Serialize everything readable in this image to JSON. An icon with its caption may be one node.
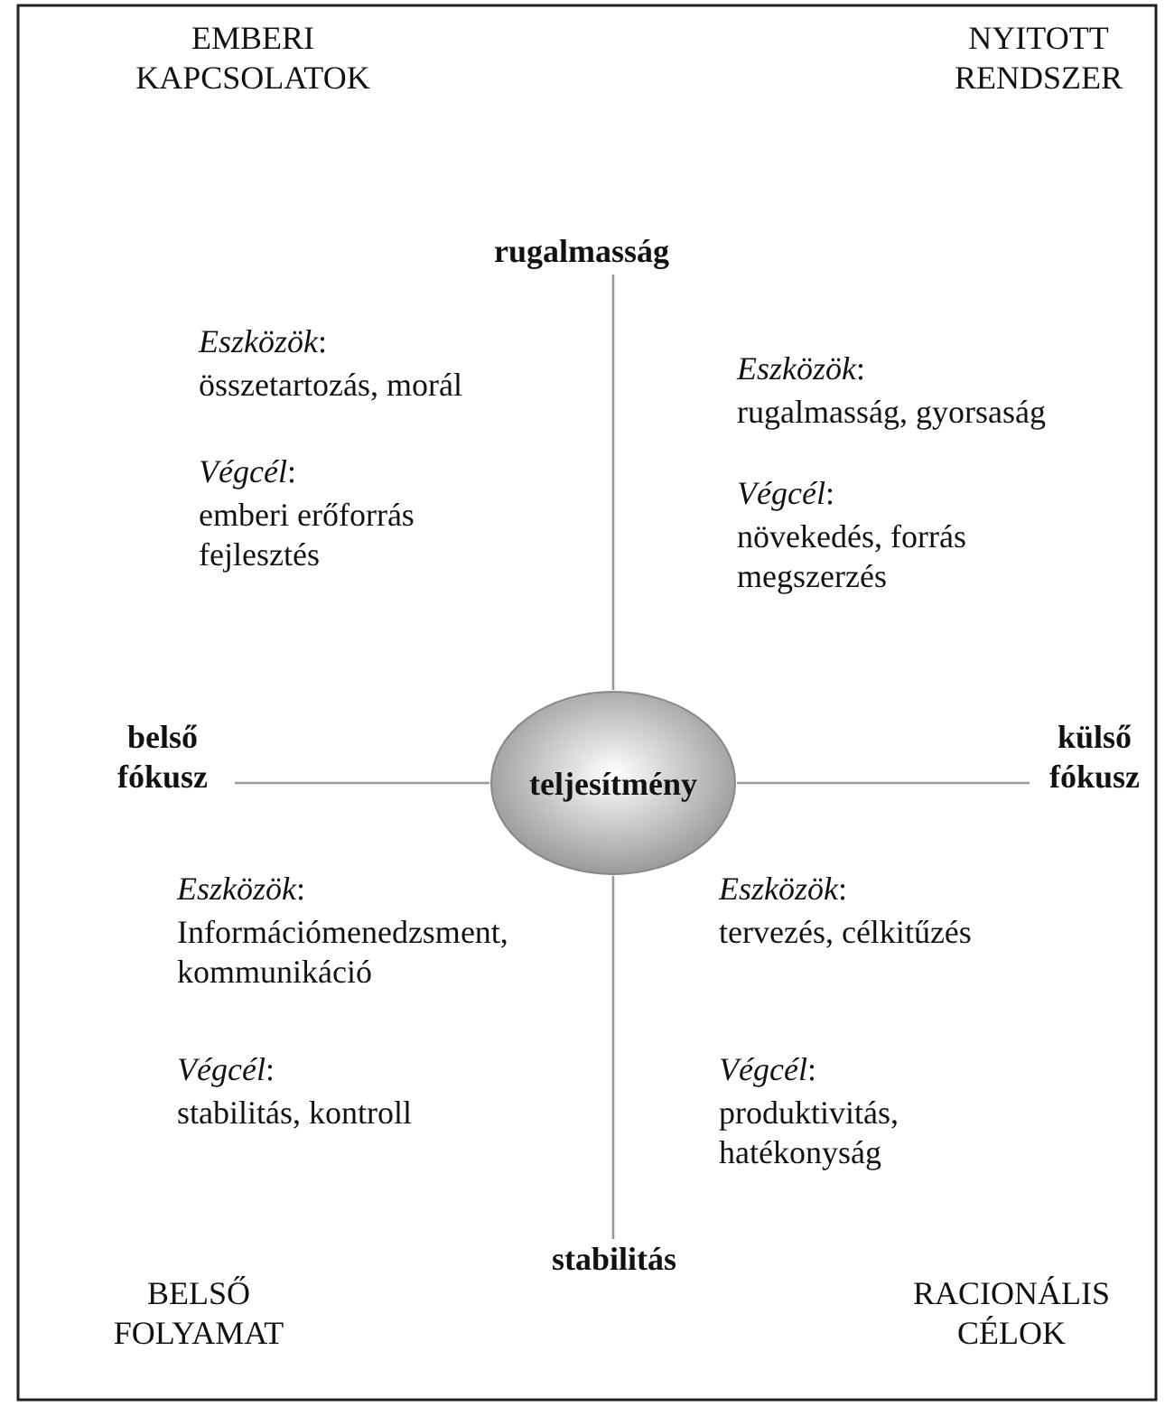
{
  "diagram": {
    "nodes": [
      {
        "text": [
          "rugalmasság"
        ]
      },
      {
        "text": [
          "belső fókusz"
        ]
      },
      {
        "text": [
          "teljesítmény"
        ]
      },
      {
        "text": [
          "külső fókusz"
        ]
      },
      {
        "text": [
          "stabilitás"
        ]
      }
    ],
    "edges": [
      {
        "from": 2,
        "to": 0,
        "arrow": "none"
      },
      {
        "from": 2,
        "to": 1,
        "arrow": "none"
      },
      {
        "from": 2,
        "to": 3,
        "arrow": "none"
      },
      {
        "from": 2,
        "to": 4,
        "arrow": "none"
      }
    ],
    "labels": [
      "EMBERI KAPCSOLATOK",
      "NYITOTT RENDSZER",
      "*Eszközök*:",
      "összetartozás, morál",
      "*Végcél*:",
      "emberi erőforrás fejlesztés",
      "*Eszközök*:",
      "rugalmasság, gyorsaság",
      "*Végcél*:",
      "növekedés, forrás megszerzés",
      "*Eszközök*:",
      "Információmenedzsment, kommunikáció",
      "*Végcél*:",
      "stabilitás, kontroll",
      "*Eszközök*:",
      "tervezés, célkitűzés",
      "*Végcél*:",
      "produktivitás, hatékonyság",
      "BELSŐ FOLYAMAT",
      "RACIONÁLIS CÉLOK"
    ]
  }
}
